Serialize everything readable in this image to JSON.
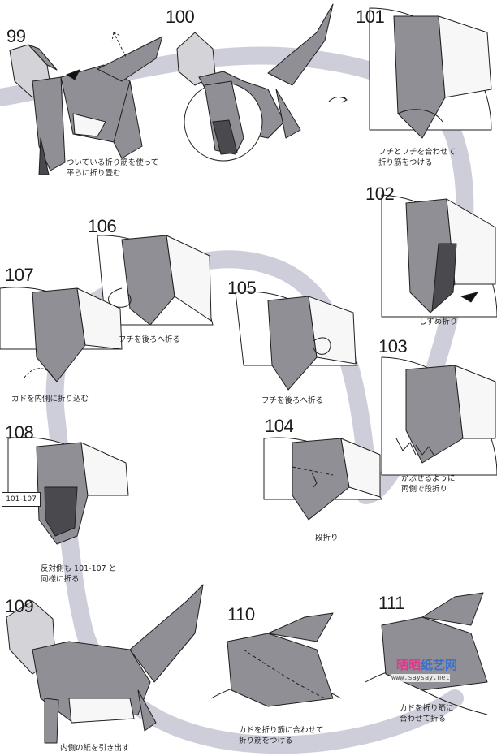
{
  "steps": [
    {
      "id": "99",
      "number": "99",
      "caption": [
        "ついている折り筋を使って",
        "平らに折り畳む"
      ]
    },
    {
      "id": "100",
      "number": "100",
      "caption": []
    },
    {
      "id": "101",
      "number": "101",
      "caption": [
        "フチとフチを合わせて",
        "折り筋をつける"
      ]
    },
    {
      "id": "102",
      "number": "102",
      "caption": [
        "しずめ折り"
      ]
    },
    {
      "id": "103",
      "number": "103",
      "caption": [
        "かぶせるように",
        "両側で段折り"
      ]
    },
    {
      "id": "104",
      "number": "104",
      "caption": [
        "段折り"
      ]
    },
    {
      "id": "105",
      "number": "105",
      "caption": [
        "フチを後ろへ折る"
      ]
    },
    {
      "id": "106",
      "number": "106",
      "caption": [
        "フチを後ろへ折る"
      ]
    },
    {
      "id": "107",
      "number": "107",
      "caption": [
        "カドを内側に折り込む"
      ]
    },
    {
      "id": "108",
      "number": "108",
      "caption": [
        "反対側も 101-107 と",
        "同様に折る"
      ]
    },
    {
      "id": "109",
      "number": "109",
      "caption": [
        "内側の紙を引き出す"
      ]
    },
    {
      "id": "110",
      "number": "110",
      "caption": [
        "カドを折り筋に合わせて",
        "折り筋をつける"
      ]
    },
    {
      "id": "111",
      "number": "111",
      "caption": [
        "カドを折り筋に",
        "合わせて折る"
      ]
    }
  ],
  "reference_box": "101-107",
  "watermark": {
    "logo_part1": "晒晒",
    "logo_part2": "纸艺网",
    "url": "www.saysay.net"
  },
  "colors": {
    "paper": "#8f8f95",
    "paper_light": "#d4d4d8",
    "paper_white": "#f7f7f7",
    "paper_dark": "#4a4a4e",
    "swirl": "#c4c4d2",
    "line": "#1f1f1f"
  }
}
